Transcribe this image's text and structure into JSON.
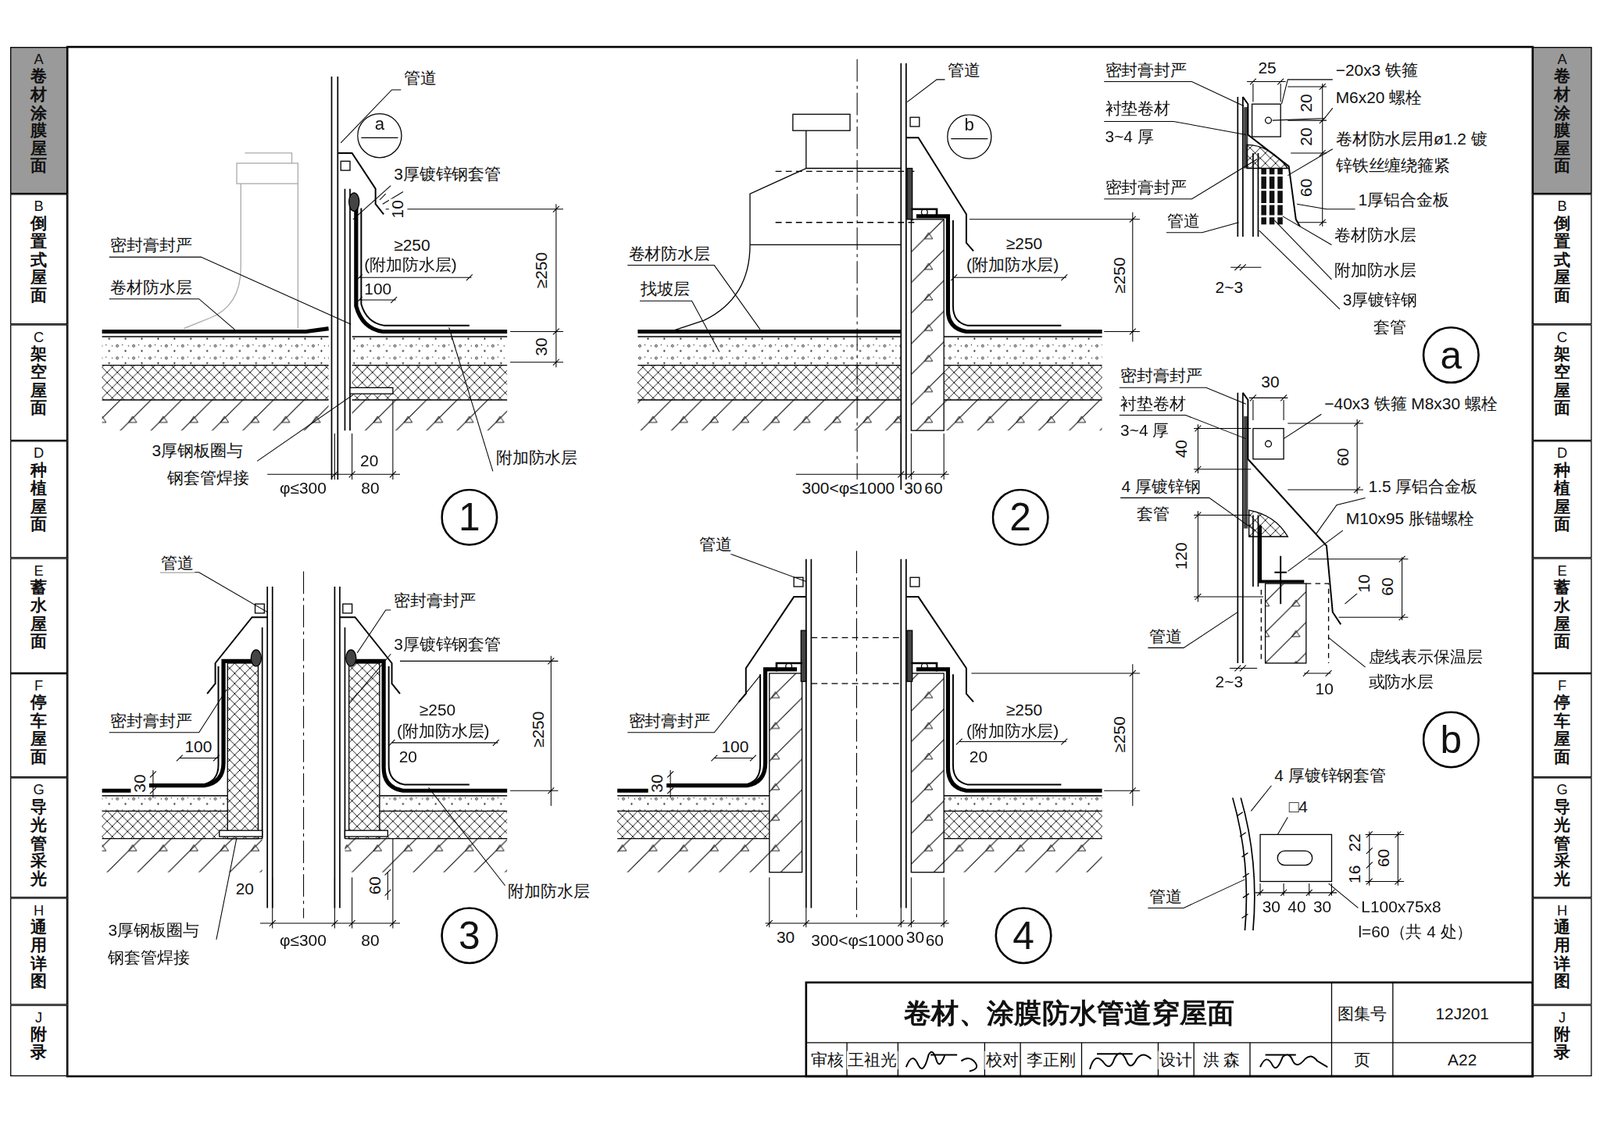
{
  "diagram": {
    "title": "卷材、涂膜防水管道穿屋面",
    "nodes": [
      {
        "text": [
          "A",
          "卷材涂膜屋面"
        ]
      },
      {
        "text": [
          "B",
          "倒置式屋面"
        ]
      },
      {
        "text": [
          "C",
          "架空屋面"
        ]
      },
      {
        "text": [
          "D",
          "种植屋面"
        ]
      },
      {
        "text": [
          "E",
          "蓄水屋面"
        ]
      },
      {
        "text": [
          "F",
          "停车屋面"
        ]
      },
      {
        "text": [
          "G",
          "导光管采光"
        ]
      },
      {
        "text": [
          "H",
          "通用详图"
        ]
      },
      {
        "text": [
          "J",
          "附录"
        ]
      },
      {
        "text": [
          "A",
          "卷材涂膜屋面"
        ]
      },
      {
        "text": [
          "B",
          "倒置式屋面"
        ]
      },
      {
        "text": [
          "C",
          "架空屋面"
        ]
      },
      {
        "text": [
          "D",
          "种植屋面"
        ]
      },
      {
        "text": [
          "E",
          "蓄水屋面"
        ]
      },
      {
        "text": [
          "F",
          "停车屋面"
        ]
      },
      {
        "text": [
          "G",
          "导光管采光"
        ]
      },
      {
        "text": [
          "H",
          "通用详图"
        ]
      },
      {
        "text": [
          "J",
          "附录"
        ]
      },
      {
        "text": [
          "a"
        ]
      },
      {
        "text": [
          "b"
        ]
      },
      {
        "text": [
          "1"
        ]
      },
      {
        "text": [
          "2"
        ]
      },
      {
        "text": [
          "a"
        ]
      },
      {
        "text": [
          "b"
        ]
      },
      {
        "text": [
          "3"
        ]
      },
      {
        "text": [
          "4"
        ]
      }
    ],
    "labels": [
      "管道",
      "3厚镀锌钢套管",
      "10",
      "≥250",
      "(附加防水层)",
      "100",
      "≥250",
      "30",
      "密封膏封严",
      "卷材防水层",
      "3厚钢板圈与",
      "钢套管焊接",
      "附加防水层",
      "20",
      "φ≤300",
      "80",
      "管道",
      "卷材防水层",
      "找坡层",
      "≥250",
      "(附加防水层)",
      "≥250",
      "300<φ≤1000",
      "30",
      "60",
      "管道",
      "密封膏封严",
      "3厚镀锌钢套管",
      "≥250",
      "(附加防水层)",
      "20",
      "≥250",
      "密封膏封严",
      "100",
      "30",
      "附加防水层",
      "60",
      "20",
      "3厚钢板圈与",
      "钢套管焊接",
      "φ≤300",
      "80",
      "管道",
      "密封膏封严",
      "100",
      "30",
      "≥250",
      "(附加防水层)",
      "20",
      "≥250",
      "30",
      "300<φ≤1000",
      "30",
      "60",
      "密封膏封严",
      "衬垫卷材",
      "3~4 厚",
      "密封膏封严",
      "管道",
      "25",
      "−20x3 铁箍",
      "M6x20 螺栓",
      "20",
      "卷材防水层用ø1.2 镀",
      "锌铁丝缠绕箍紧",
      "20",
      "60",
      "1厚铝合金板",
      "卷材防水层",
      "附加防水层",
      "3厚镀锌钢",
      "套管",
      "2~3",
      "密封膏封严",
      "衬垫卷材",
      "3~4 厚",
      "40",
      "30",
      "−40x3 铁箍 M8x30 螺栓",
      "60",
      "4 厚镀锌钢",
      "套管",
      "1.5 厚铝合金板",
      "M10x95 胀锚螺栓",
      "120",
      "10",
      "60",
      "管道",
      "虚线表示保温层",
      "或防水层",
      "2~3",
      "10",
      "4 厚镀锌钢套管",
      "□4",
      "22",
      "60",
      "16",
      "管道",
      "30",
      "40",
      "30",
      "L100x75x8",
      "l=60（共 4 处）",
      "图集号",
      "12J201",
      "审核",
      "王祖光",
      "校对",
      "李正刚",
      "设计",
      "洪 森",
      "页",
      "A22"
    ]
  }
}
